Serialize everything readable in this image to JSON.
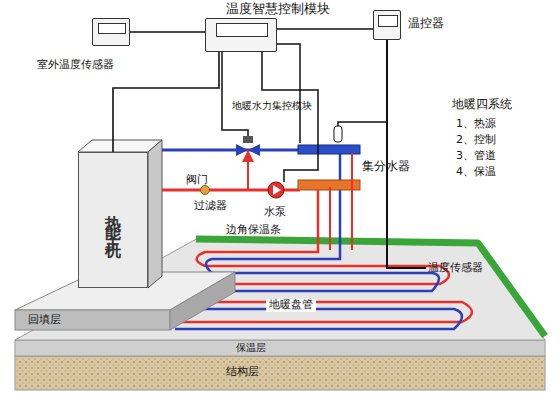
{
  "diagram": {
    "nodes": [
      {
        "text": [
          "室外温度传感器"
        ]
      },
      {
        "text": [
          "温度智慧控制模块"
        ]
      },
      {
        "text": [
          "温控器"
        ]
      },
      {
        "text": [
          "热能主机"
        ]
      }
    ],
    "edges": [
      {
        "from": 0,
        "to": 1,
        "arrow": "none"
      },
      {
        "from": 1,
        "to": 2,
        "arrow": "none"
      },
      {
        "from": 1,
        "to": 3,
        "arrow": "none"
      }
    ],
    "labels": [
      "地暖水力集控模块",
      "阀门",
      "过滤器",
      "水泵",
      "集分水器",
      "地暖四系统",
      "1、热源",
      "2、控制",
      "3、管道",
      "4、保温",
      "边角保温条",
      "回填层",
      "温度传感器",
      "地暖盘管",
      "保温层",
      "结构层"
    ]
  }
}
